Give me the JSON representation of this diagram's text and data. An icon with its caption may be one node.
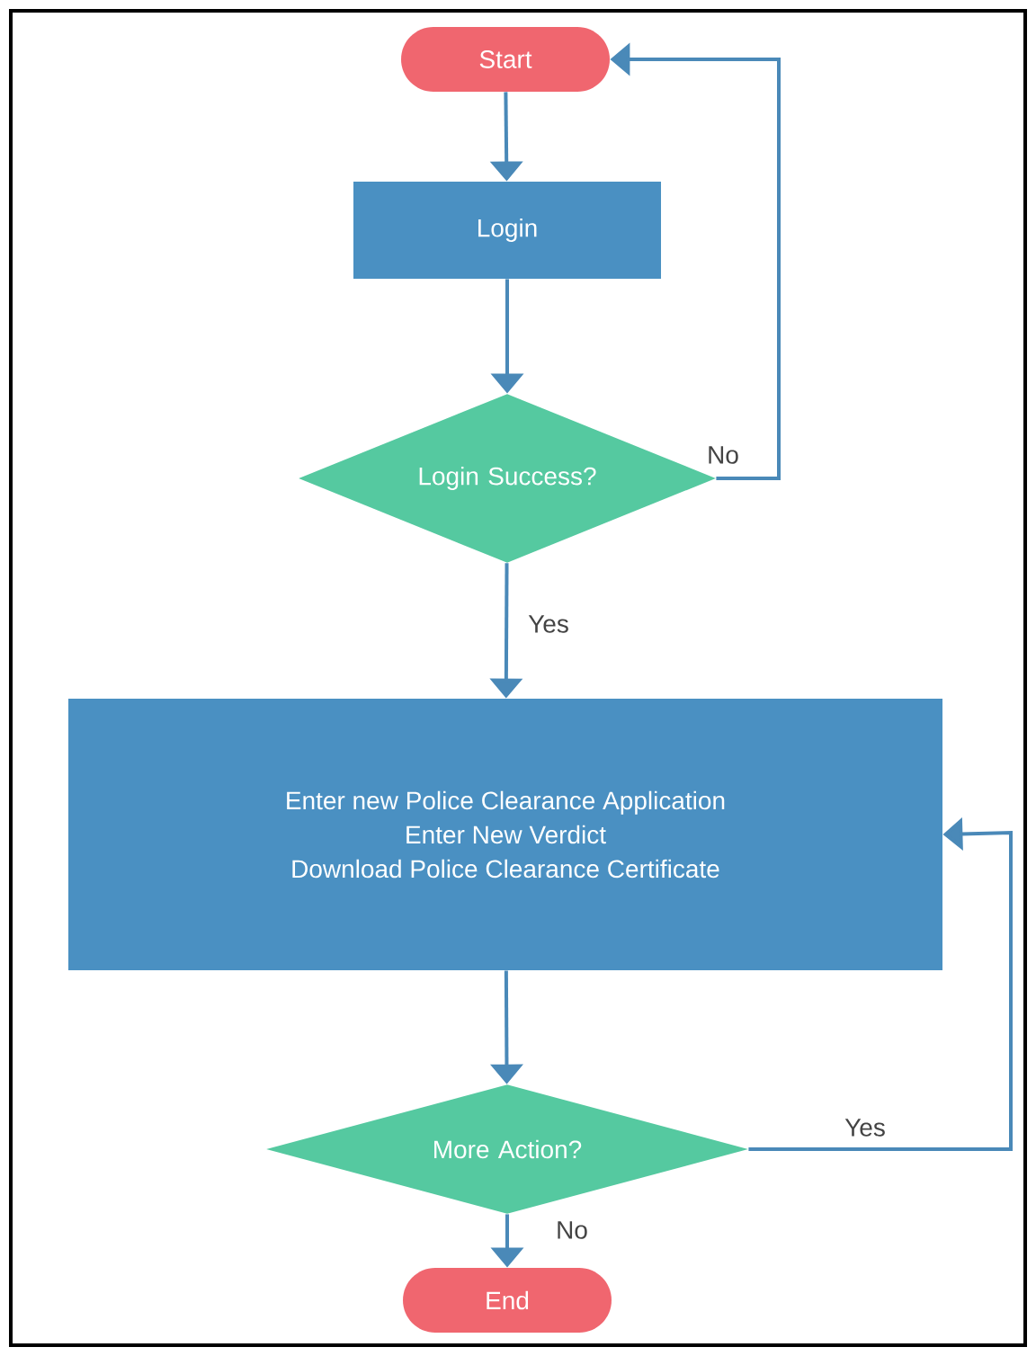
{
  "diagram": {
    "nodes": [
      {
        "text": [
          "Start"
        ]
      },
      {
        "text": [
          "Login"
        ]
      },
      {
        "text": [
          "Login Success?"
        ]
      },
      {
        "text": [
          "Enter new Police Clearance Application",
          "Enter New Verdict",
          "Download Police Clearance Certificate"
        ]
      },
      {
        "text": [
          "More Action?"
        ]
      },
      {
        "text": [
          "End"
        ]
      }
    ],
    "edges": [
      {
        "from": 0,
        "to": 1,
        "arrow": "to"
      },
      {
        "from": 1,
        "to": 2,
        "arrow": "to"
      },
      {
        "from": 2,
        "to": 0,
        "arrow": "to",
        "label": "No"
      },
      {
        "from": 2,
        "to": 3,
        "arrow": "to",
        "label": "Yes"
      },
      {
        "from": 3,
        "to": 4,
        "arrow": "to"
      },
      {
        "from": 4,
        "to": 3,
        "arrow": "to",
        "label": "Yes"
      },
      {
        "from": 4,
        "to": 5,
        "arrow": "to",
        "label": "No"
      }
    ]
  }
}
